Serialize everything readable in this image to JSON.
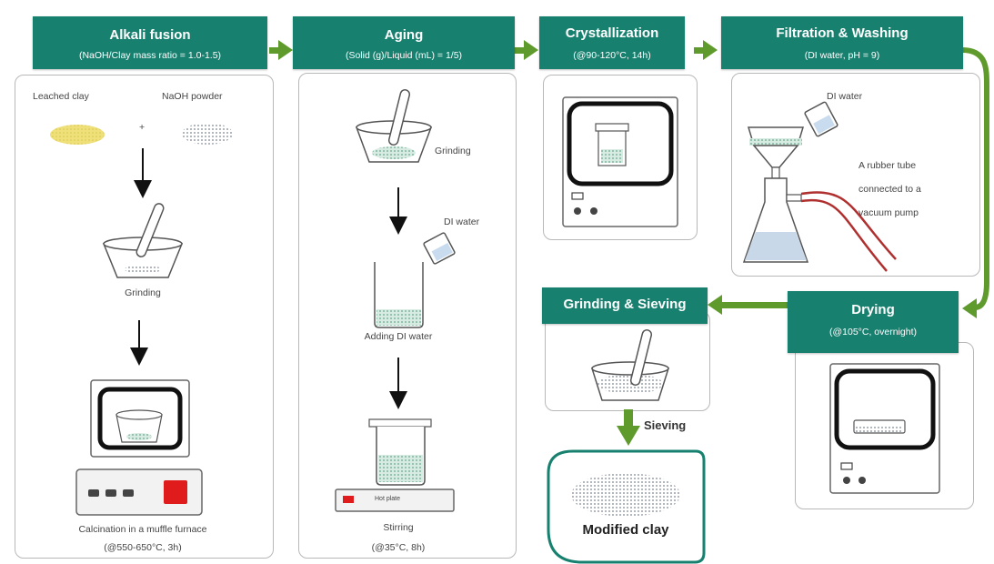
{
  "steps": {
    "alkali": {
      "title": "Alkali fusion",
      "subtitle": "(NaOH/Clay mass ratio = 1.0-1.5)"
    },
    "aging": {
      "title": "Aging",
      "subtitle": "(Solid (g)/Liquid (mL) = 1/5)"
    },
    "cryst": {
      "title": "Crystallization",
      "subtitle": "(@90-120°C, 14h)"
    },
    "filt": {
      "title": "Filtration & Washing",
      "subtitle": "(DI water, pH = 9)"
    },
    "grind": {
      "title": "Grinding & Sieving"
    },
    "dry": {
      "title": "Drying",
      "subtitle": "(@105°C, overnight)"
    }
  },
  "labels": {
    "leached_clay": "Leached clay",
    "naoh_powder": "NaOH powder",
    "plus": "+",
    "grinding_1": "Grinding",
    "calcination": "Calcination in a muffle furnace",
    "calcination_cond": "(@550-650°C, 3h)",
    "grinding_2": "Grinding",
    "di_water_1": "DI water",
    "adding_di": "Adding DI water",
    "hot_plate": "Hot plate",
    "stirring": "Stirring",
    "stirring_cond": "(@35°C, 8h)",
    "di_water_2": "DI water",
    "rubber_tube_1": "A rubber tube",
    "rubber_tube_2": "connected to a",
    "rubber_tube_3": "vacuum pump",
    "sieving": "Sieving",
    "modified_clay": "Modified clay"
  },
  "colors": {
    "teal": "#17806f",
    "arrow_green": "#5f9a2c",
    "clay_yellow": "#efe07a",
    "powder_gray": "#c9cdd3",
    "red": "#e01b1b"
  }
}
